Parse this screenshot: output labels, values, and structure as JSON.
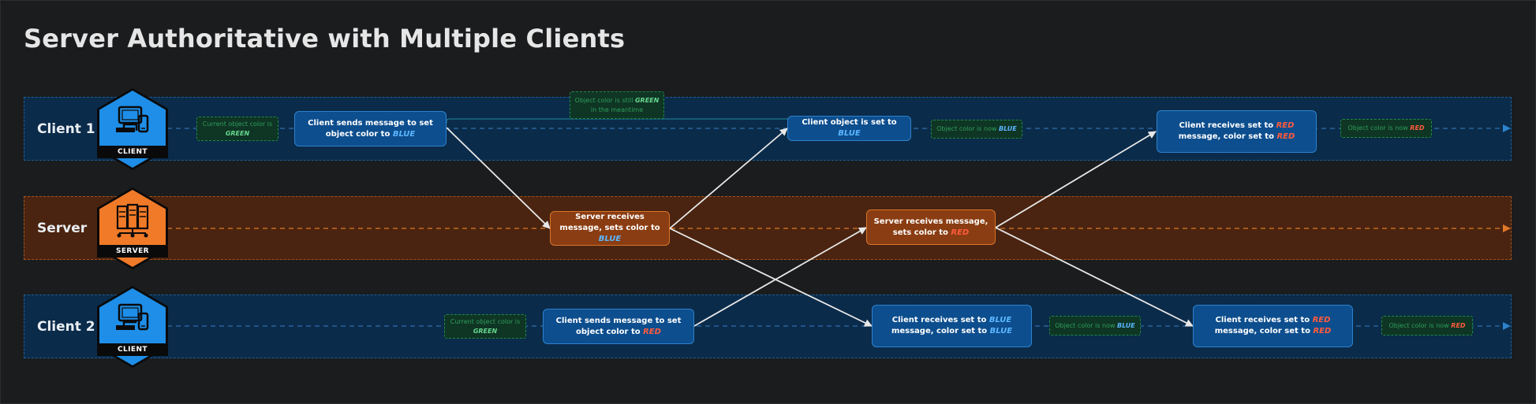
{
  "title": "Server Authoritative with Multiple Clients",
  "colors": {
    "client_lane": "#0b2b4a",
    "server_lane": "#4a2410",
    "client_badge": "#1e8ee8",
    "server_badge": "#f07a28",
    "blue_keyword": "#5ab6ff",
    "red_keyword": "#ff5b3d",
    "green_keyword": "#66d98f",
    "arrow": "#e8e8e8"
  },
  "lanes": {
    "client1": {
      "label": "Client 1",
      "badge": "CLIENT",
      "icon": "client-devices-icon"
    },
    "server": {
      "label": "Server",
      "badge": "SERVER",
      "icon": "server-rack-icon"
    },
    "client2": {
      "label": "Client 2",
      "badge": "CLIENT",
      "icon": "client-devices-icon"
    }
  },
  "events": {
    "c1_send": {
      "text": "Client sends message to set object color to ",
      "kw": "BLUE"
    },
    "c1_set": {
      "text": "Client object is set to ",
      "kw": "BLUE"
    },
    "c1_recv_red": {
      "text": "Client receives set to ",
      "kw": "RED",
      "text2": " message, color set to ",
      "kw2": "RED"
    },
    "s_recv_blue": {
      "text": "Server receives message, sets color to ",
      "kw": "BLUE"
    },
    "s_recv_red": {
      "text": "Server receives message, sets color to ",
      "kw": "RED"
    },
    "c2_send": {
      "text": "Client sends message to set object color to ",
      "kw": "RED"
    },
    "c2_recv_blue": {
      "text": "Client receives set to ",
      "kw": "BLUE",
      "text2": " message, color set to ",
      "kw2": "BLUE"
    },
    "c2_recv_red": {
      "text": "Client receives set to ",
      "kw": "RED",
      "text2": " message, color set to ",
      "kw2": "RED"
    }
  },
  "notes": {
    "c1_initial": {
      "text": "Current object color is ",
      "kw": "GREEN"
    },
    "c1_meantime": {
      "text": "Object color is still ",
      "kw": "GREEN",
      "text2": " in the meantime"
    },
    "c1_now_blue": {
      "text": "Object color is now ",
      "kw": "BLUE"
    },
    "c1_now_red": {
      "text": "Object color is now ",
      "kw": "RED"
    },
    "c2_initial": {
      "text": "Current object color is ",
      "kw": "GREEN"
    },
    "c2_now_blue": {
      "text": "Object color is now ",
      "kw": "BLUE"
    },
    "c2_now_red": {
      "text": "Object color is now ",
      "kw": "RED"
    }
  }
}
